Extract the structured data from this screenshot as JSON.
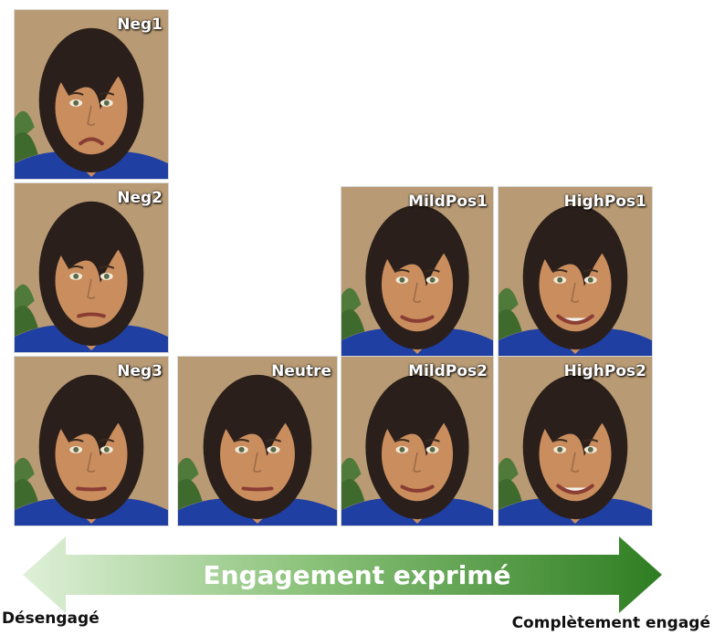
{
  "tiles": [
    {
      "id": "neg1",
      "label": "Neg1",
      "expression": "frown"
    },
    {
      "id": "neg2",
      "label": "Neg2",
      "expression": "slight-frown"
    },
    {
      "id": "neg3",
      "label": "Neg3",
      "expression": "flat"
    },
    {
      "id": "neutre",
      "label": "Neutre",
      "expression": "flat"
    },
    {
      "id": "mildpos1",
      "label": "MildPos1",
      "expression": "slight-smile"
    },
    {
      "id": "mildpos2",
      "label": "MildPos2",
      "expression": "slight-smile"
    },
    {
      "id": "highpos1",
      "label": "HighPos1",
      "expression": "big-smile"
    },
    {
      "id": "highpos2",
      "label": "HighPos2",
      "expression": "big-smile"
    }
  ],
  "arrow": {
    "label": "Engagement exprimé",
    "start_color": "#dff0d8",
    "end_color": "#2e7d22"
  },
  "ends": {
    "left": "Désengagé",
    "right": "Complètement engagé"
  },
  "colors": {
    "wall": "#b89a74",
    "skin": "#c98d5e",
    "hair": "#2a1f1a",
    "shirt": "#1f3fa3",
    "plant": "#4f7a3a"
  }
}
